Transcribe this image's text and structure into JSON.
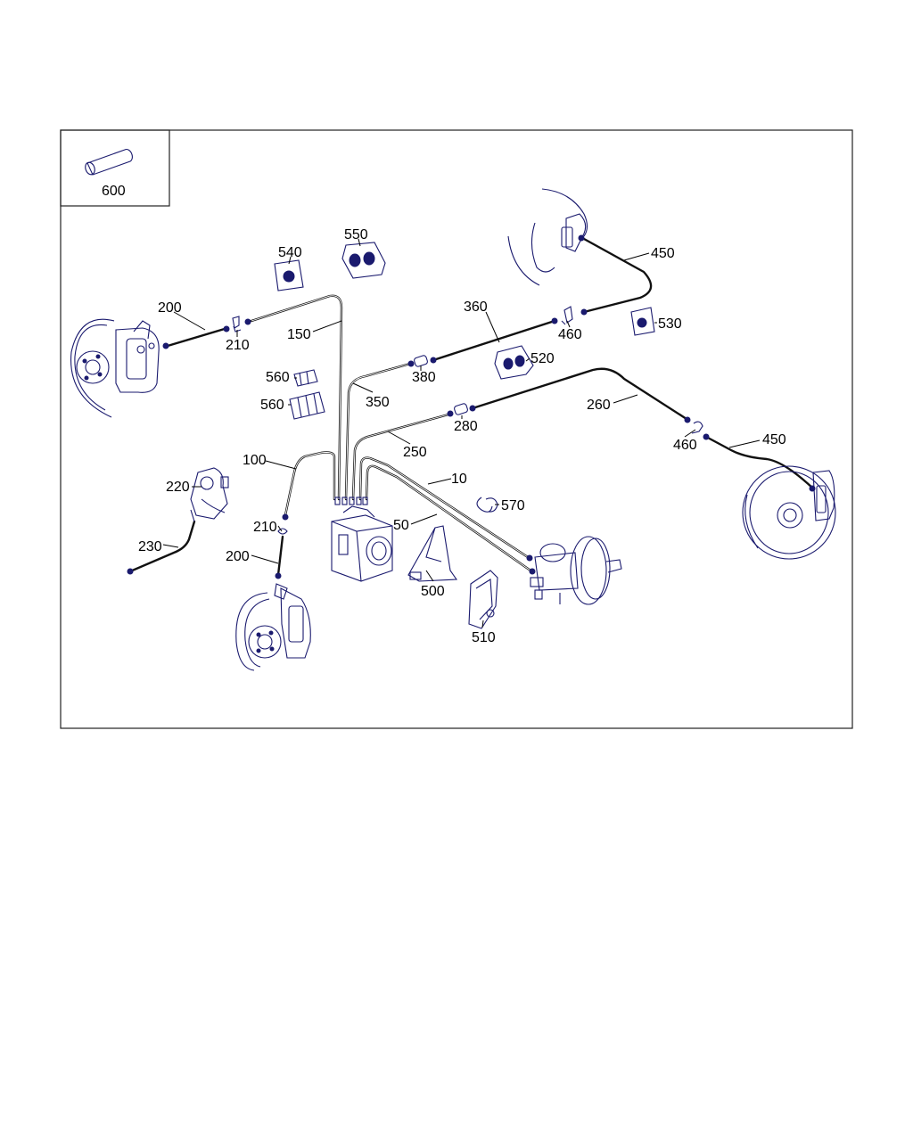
{
  "diagram": {
    "inset_label": "600",
    "callouts": {
      "c10": "10",
      "c50": "50",
      "c100": "100",
      "c150": "150",
      "c200_top": "200",
      "c200_bottom": "200",
      "c210_top": "210",
      "c210_bottom": "210",
      "c220": "220",
      "c230": "230",
      "c250": "250",
      "c260": "260",
      "c280": "280",
      "c350": "350",
      "c360": "360",
      "c380": "380",
      "c450_top": "450",
      "c450_bottom": "450",
      "c460_top": "460",
      "c460_bottom": "460",
      "c500": "500",
      "c510": "510",
      "c520": "520",
      "c530": "530",
      "c540": "540",
      "c550": "550",
      "c560_a": "560",
      "c560_b": "560",
      "c570": "570"
    }
  }
}
